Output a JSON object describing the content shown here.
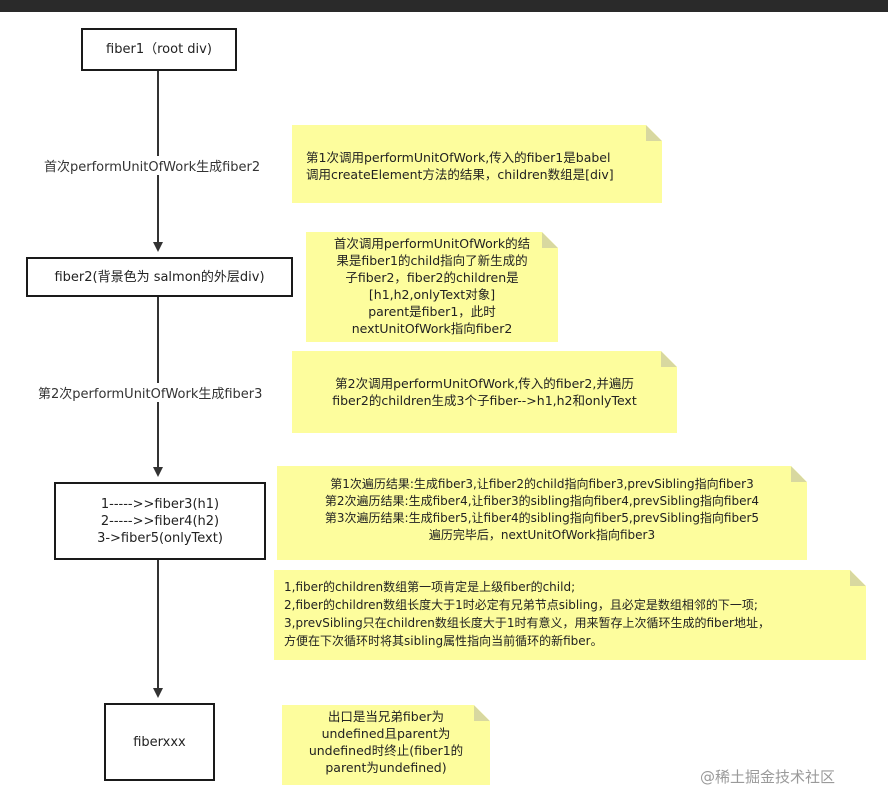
{
  "nodes": {
    "fiber1": "fiber1（root div)",
    "fiber2": "fiber2(背景色为 salmon的外层div)",
    "fiber345": [
      "1----->>fiber3(h1)",
      "2----->>fiber4(h2)",
      "3->fiber5(onlyText)"
    ],
    "fiberxxx": "fiberxxx"
  },
  "edges": {
    "first": "首次performUnitOfWork生成fiber2",
    "second": "第2次performUnitOfWork生成fiber3"
  },
  "notes": {
    "n1": [
      "第1次调用performUnitOfWork,传入的fiber1是babel",
      "调用createElement方法的结果，children数组是[div]"
    ],
    "n2": [
      "首次调用performUnitOfWork的结",
      "果是fiber1的child指向了新生成的",
      "子fiber2，fiber2的children是",
      "[h1,h2,onlyText对象]",
      "parent是fiber1，此时",
      "nextUnitOfWork指向fiber2"
    ],
    "n3": [
      "第2次调用performUnitOfWork,传入的fiber2,并遍历",
      "fiber2的children生成3个子fiber-->h1,h2和onlyText"
    ],
    "n4": [
      "第1次遍历结果:生成fiber3,让fiber2的child指向fiber3,prevSibling指向fiber3",
      "第2次遍历结果:生成fiber4,让fiber3的sibling指向fiber4,prevSibling指向fiber4",
      "第3次遍历结果:生成fiber5,让fiber4的sibling指向fiber5,prevSibling指向fiber5",
      "遍历完毕后，nextUnitOfWork指向fiber3"
    ],
    "n5": [
      "1,fiber的children数组第一项肯定是上级fiber的child;",
      "2,fiber的children数组长度大于1时必定有兄弟节点sibling，且必定是数组相邻的下一项;",
      "3,prevSibling只在children数组长度大于1时有意义，用来暂存上次循环生成的fiber地址，",
      "方便在下次循环时将其sibling属性指向当前循环的新fiber。"
    ],
    "n6": [
      "出口是当兄弟fiber为",
      "undefined且parent为",
      "undefined时终止(fiber1的",
      "parent为undefined)"
    ]
  },
  "watermark": "@稀土掘金技术社区"
}
